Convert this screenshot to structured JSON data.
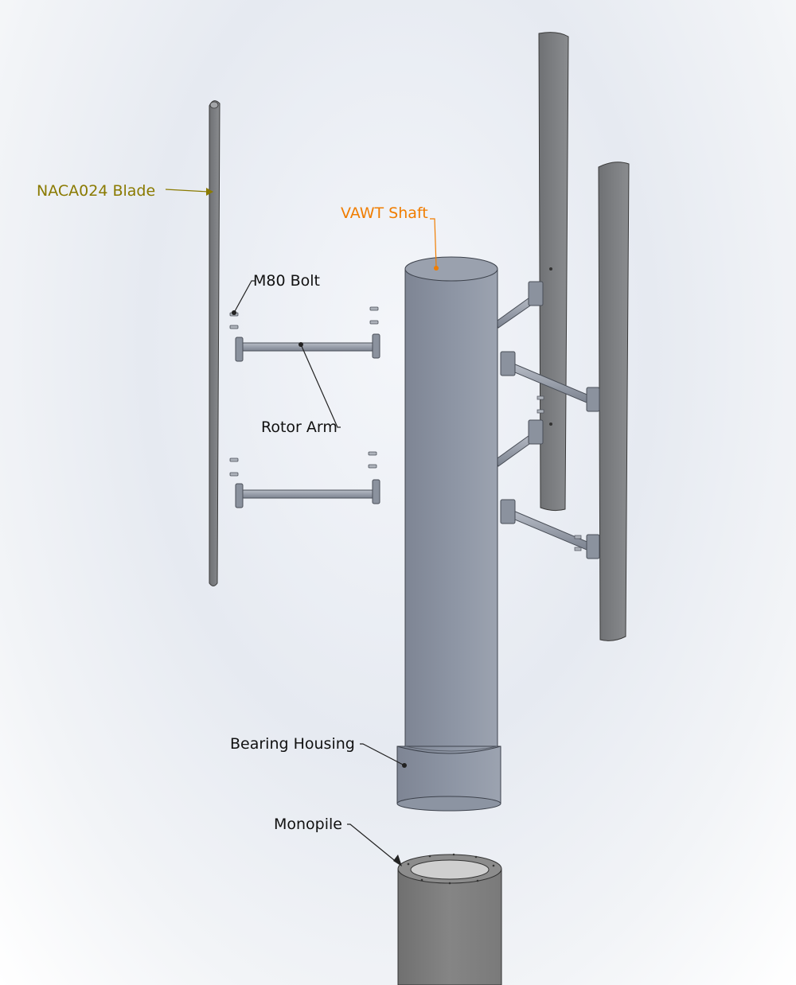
{
  "labels": {
    "blade": "NACA024 Blade",
    "shaft": "VAWT Shaft",
    "bolt": "M80 Bolt",
    "rotor_arm": "Rotor Arm",
    "bearing_housing": "Bearing Housing",
    "monopile": "Monopile"
  },
  "colors": {
    "blade_label": "#8a7a00",
    "shaft_label": "#f07d00",
    "label_text": "#111111",
    "part_fill": "#8d95a3",
    "part_dark": "#6f7683",
    "part_light": "#b3b9c3",
    "blade_fill": "#7d7f82",
    "monopile_fill": "#7b7b7b"
  }
}
